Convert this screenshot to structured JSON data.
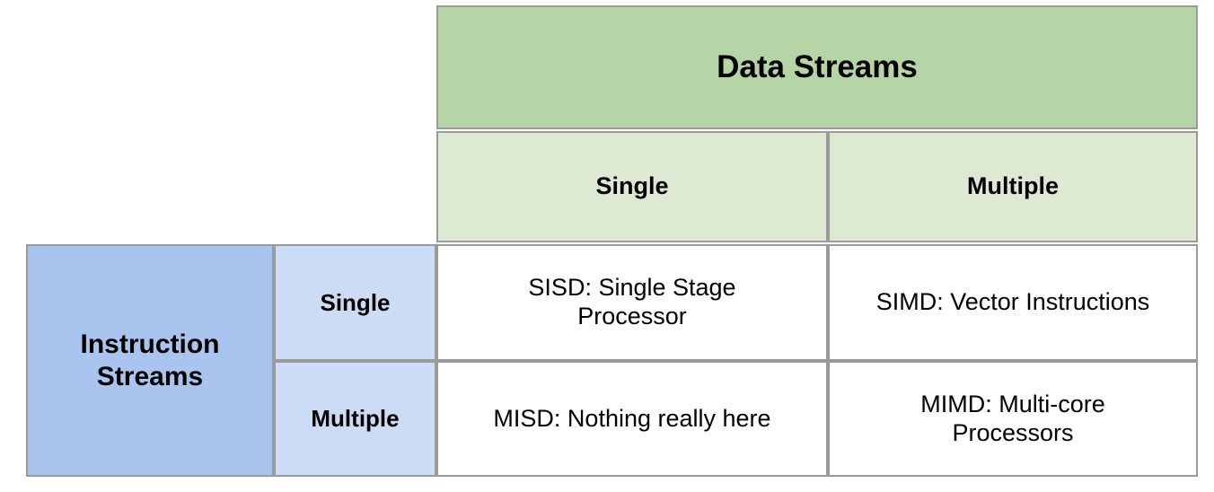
{
  "matrix": {
    "column_group_header": "Data Streams",
    "row_group_header": "Instruction Streams",
    "column_headers": [
      "Single",
      "Multiple"
    ],
    "row_headers": [
      "Single",
      "Multiple"
    ],
    "cells": {
      "sisd": "SISD: Single Stage\nProcessor",
      "simd": "SIMD: Vector Instructions",
      "misd": "MISD: Nothing really here",
      "mimd": "MIMD: Multi-core\nProcessors"
    }
  },
  "colors": {
    "column_group_bg": "#b5d5a7",
    "column_header_bg": "#dde9d2",
    "row_group_bg": "#a8c4ef",
    "row_header_bg": "#ccdcf7",
    "cell_bg": "#ffffff",
    "border": "#9a9a9a",
    "text": "#000000"
  }
}
